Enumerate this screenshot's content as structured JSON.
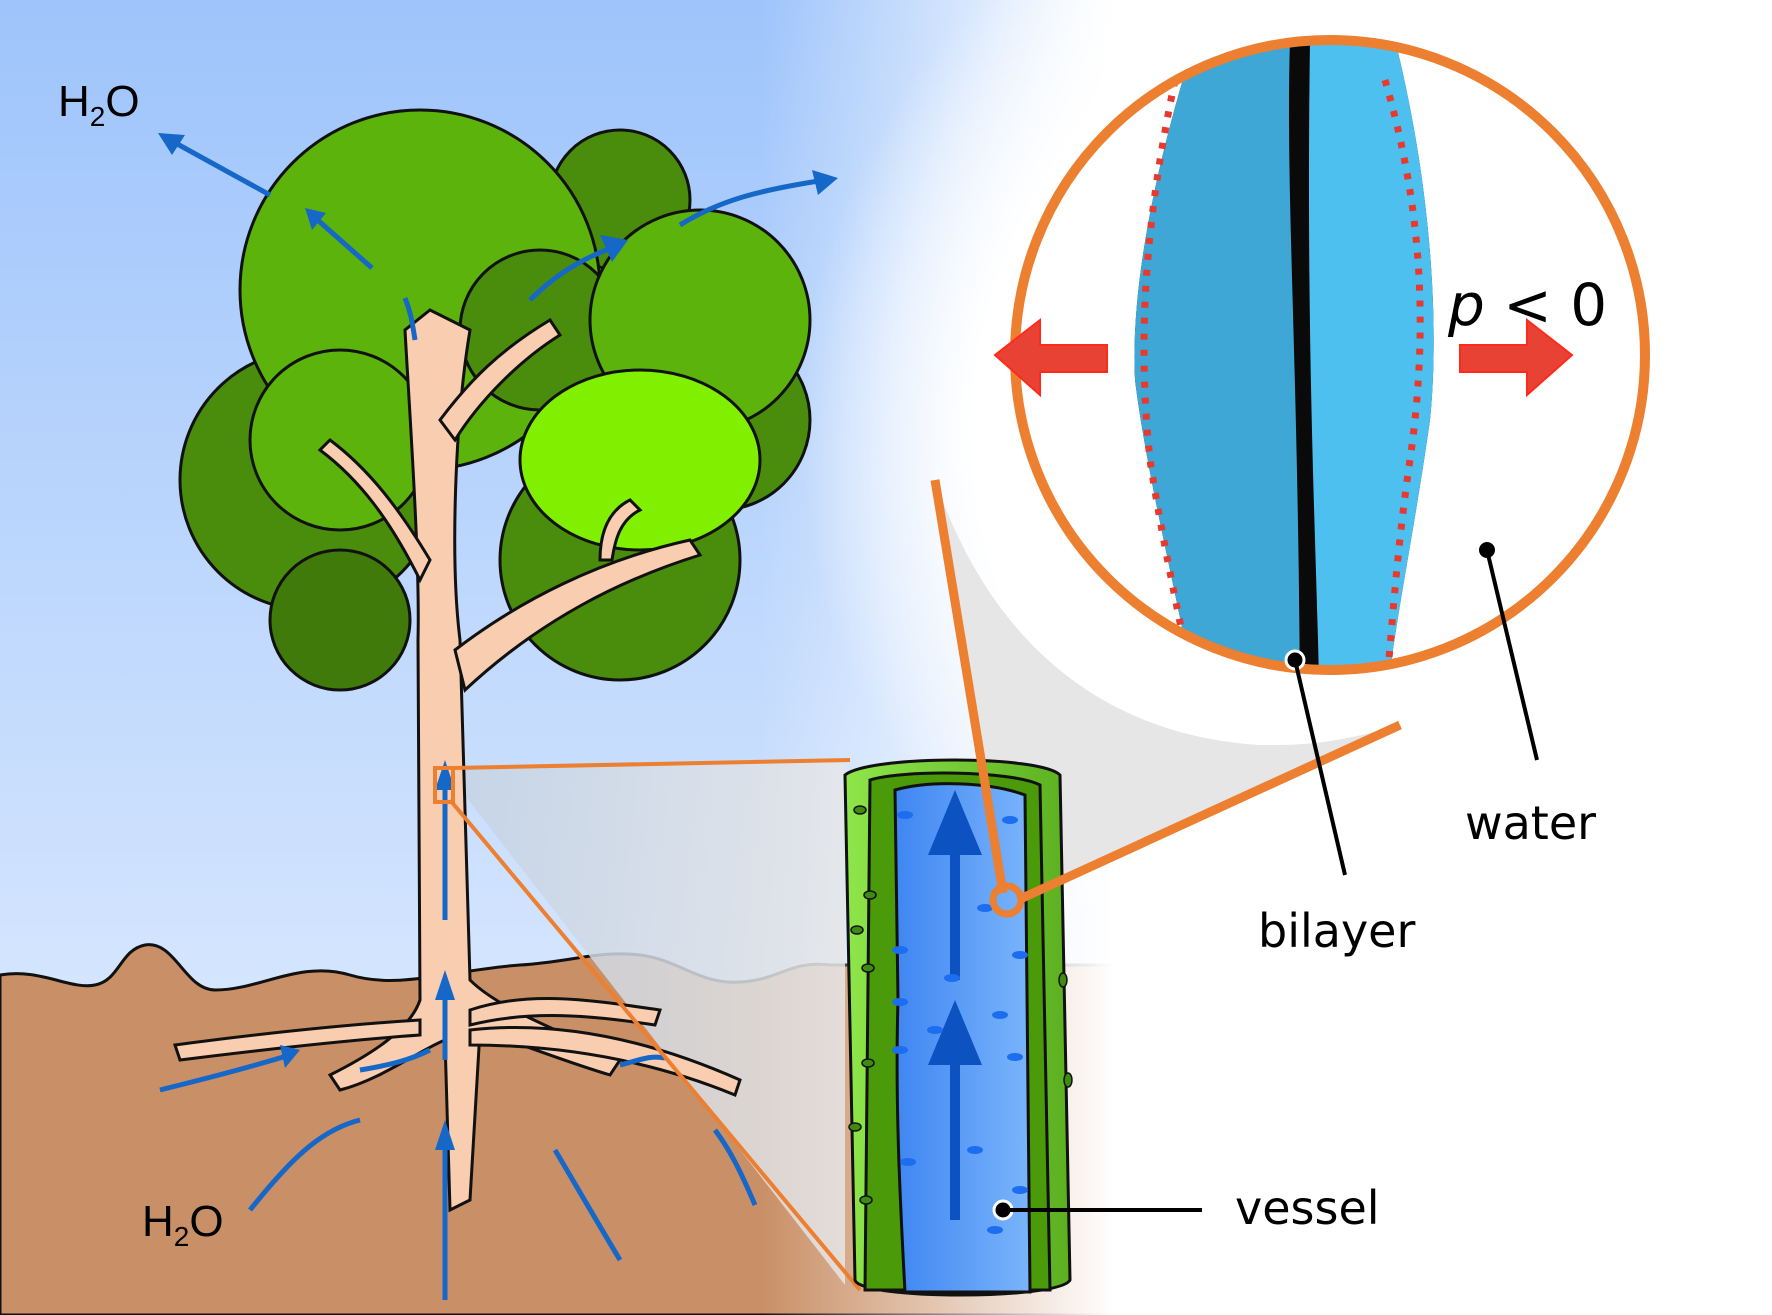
{
  "figure": {
    "title": "Water transport in a tree under negative pressure",
    "labels": {
      "h2o_top": {
        "main": "H",
        "sub": "2",
        "tail": "O"
      },
      "h2o_bottom": {
        "main": "H",
        "sub": "2",
        "tail": "O"
      },
      "pressure": {
        "var": "p",
        "rest": " < 0"
      },
      "water": "water",
      "bilayer": "bilayer",
      "vessel": "vessel"
    },
    "colors": {
      "sky_top": "#9ec4fb",
      "sky_bottom": "#e3efff",
      "soil": "#c98f66",
      "soil_dark": "#b07a55",
      "trunk": "#f8cdb0",
      "foliage_dark": "#4a8c0c",
      "foliage_mid": "#5cb30c",
      "foliage_light": "#80f000",
      "flow_arrow": "#1567c8",
      "zoom_outline": "#ec7f30",
      "vessel_wall": "#5aa80e",
      "vessel_wall_light": "#8ae040",
      "vessel_lumen": "#5b9cf5",
      "lipid_tail": "#4ec0ef",
      "lipid_head": "#e8392e",
      "tension_arrow": "#e84235"
    },
    "icons": {
      "tension_left": "arrow-left-icon",
      "tension_right": "arrow-right-icon",
      "flow": "arrow-up-icon"
    }
  }
}
